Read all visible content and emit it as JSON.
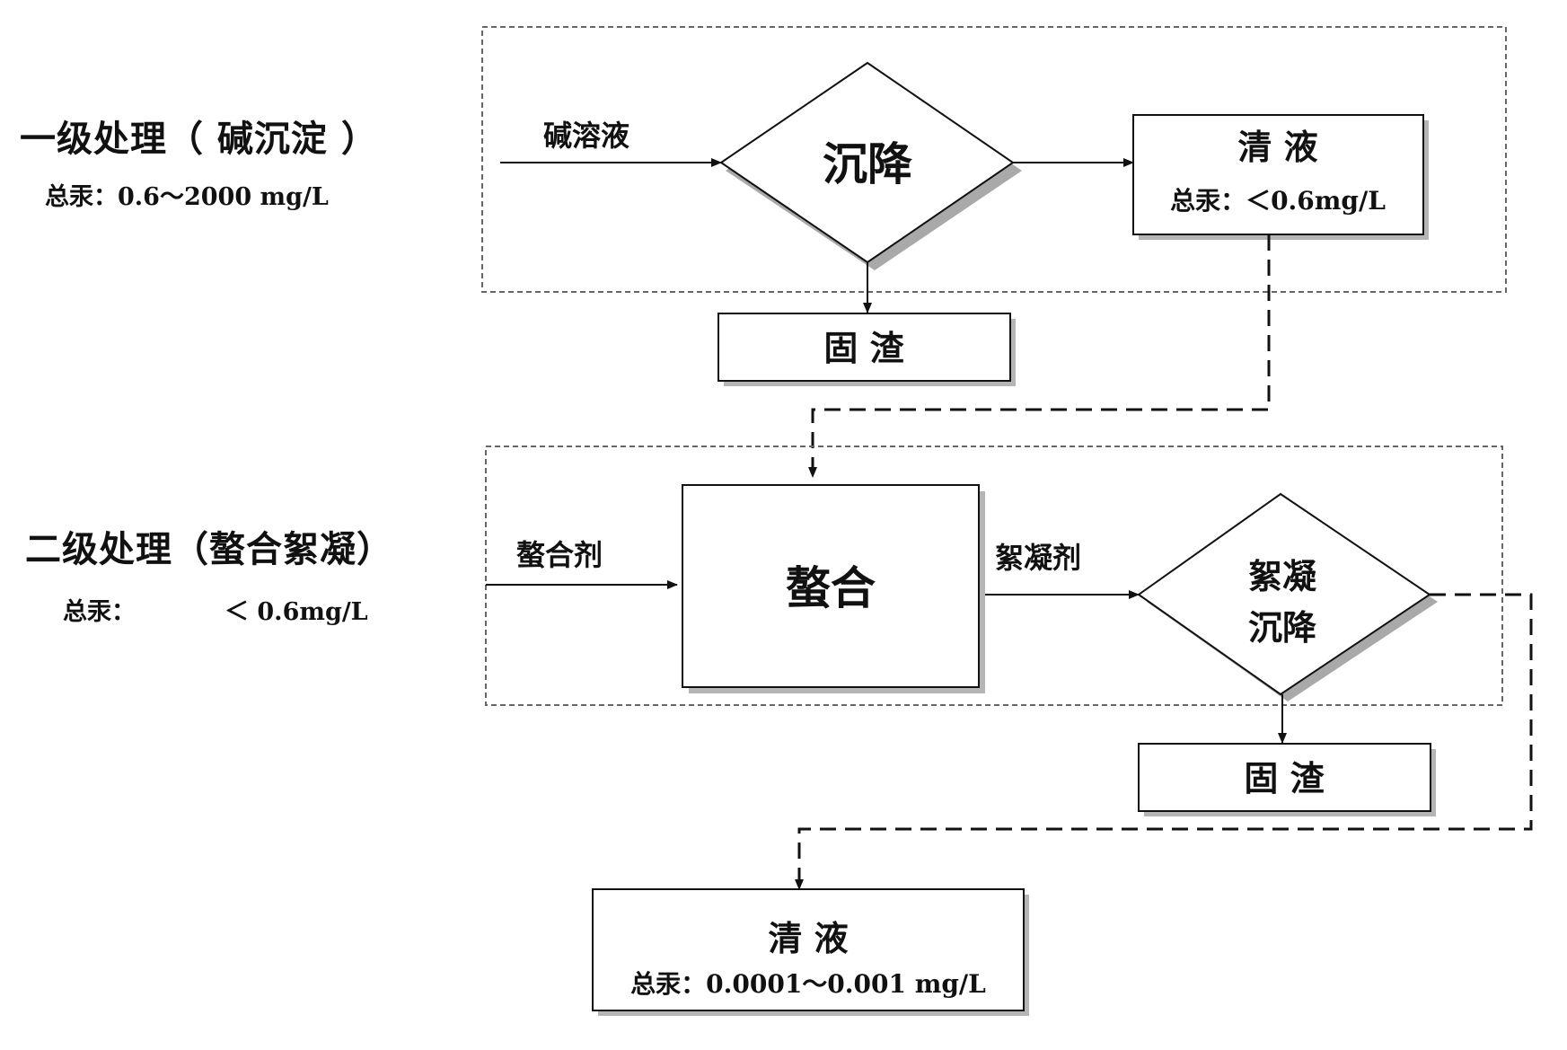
{
  "stage1": {
    "title": "一级处理（ 碱沉淀 ）",
    "concentration": "总汞：0.6～2000 mg/L",
    "input_label": "碱溶液",
    "settling": "沉降",
    "clear_title": "清 液",
    "clear_conc": "总汞：＜0.6mg/L",
    "residue": "固 渣"
  },
  "stage2": {
    "title": "二级处理（螯合絮凝）",
    "concentration_label": "总汞：",
    "concentration_value": "＜ 0.6mg/L",
    "chelant_label": "螯合剂",
    "chelation": "螯合",
    "flocculant_label": "絮凝剂",
    "floc_line1": "絮凝",
    "floc_line2": "沉降",
    "residue": "固 渣"
  },
  "final": {
    "clear_title": "清 液",
    "clear_conc": "总汞：0.0001～0.001 mg/L"
  }
}
